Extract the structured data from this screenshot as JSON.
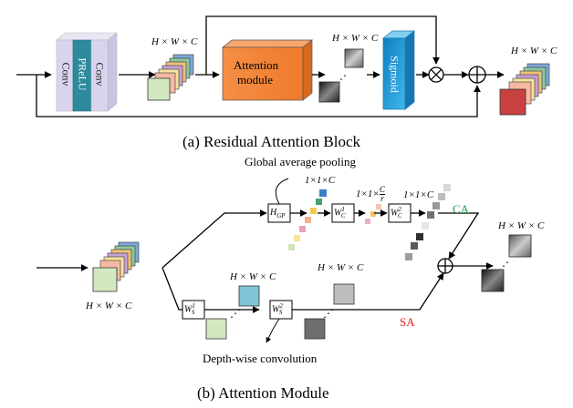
{
  "block_a": {
    "conv_left": "Conv",
    "prelu": "PReLU",
    "conv_right": "Conv",
    "feature_label_in": "H × W × C",
    "attention": "Attention module",
    "attention_line1": "Attention",
    "attention_line2": "module",
    "map_label": "H × W × C",
    "sigmoid": "Sigmoid",
    "output_label": "H × W × C",
    "caption": "(a)  Residual Attention Block"
  },
  "block_b": {
    "gap_label": "Global average pooling",
    "h_gp": "H_GP",
    "size_1x1xC_a": "1×1×C",
    "size_1x1xCr": "1×1×C/r",
    "size_1x1xC_b": "1×1×C",
    "wc1": "W_C^1",
    "wc2": "W_C^2",
    "ca": "CA",
    "input_label": "H × W × C",
    "size_hwc_mid": "H × W × C",
    "size_hwc_sa": "H × W × C",
    "ws1": "W_S^1",
    "ws2": "W_S^2",
    "sa": "SA",
    "output_label": "H × W × C",
    "dw_label": "Depth-wise convolution",
    "caption": "(b)  Attention Module"
  },
  "colors": {
    "conv_face": "#d9d4ee",
    "prelu": "#2c8a9c",
    "attention": "#f4873b",
    "sigmoid": "#27a5dc",
    "ca_text": "#1aa34a",
    "sa_text": "#e02020",
    "output_front": "#c94040"
  }
}
